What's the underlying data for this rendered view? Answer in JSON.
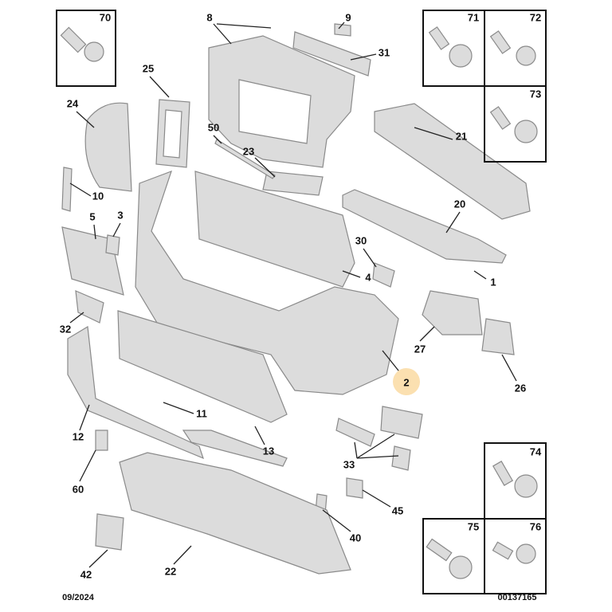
{
  "labels": {
    "p70": "70",
    "p8": "8",
    "p9": "9",
    "p71": "71",
    "p72": "72",
    "p31": "31",
    "p25": "25",
    "p24": "24",
    "p73": "73",
    "p21": "21",
    "p50": "50",
    "p23": "23",
    "p10": "10",
    "p5": "5",
    "p3": "3",
    "p20": "20",
    "p30": "30",
    "p4": "4",
    "p1": "1",
    "p32": "32",
    "p27": "27",
    "p2": "2",
    "p26": "26",
    "p11": "11",
    "p12": "12",
    "p13": "13",
    "p33": "33",
    "p60": "60",
    "p45": "45",
    "p74": "74",
    "p40": "40",
    "p75": "75",
    "p76": "76",
    "p42": "42",
    "p22": "22"
  },
  "footer": {
    "date": "09/2024",
    "reference": "00137165"
  },
  "colors": {
    "highlight": "#fbe0b0",
    "part_fill": "#d9d9d9",
    "part_stroke": "#8a8a8a",
    "line": "#222222"
  }
}
